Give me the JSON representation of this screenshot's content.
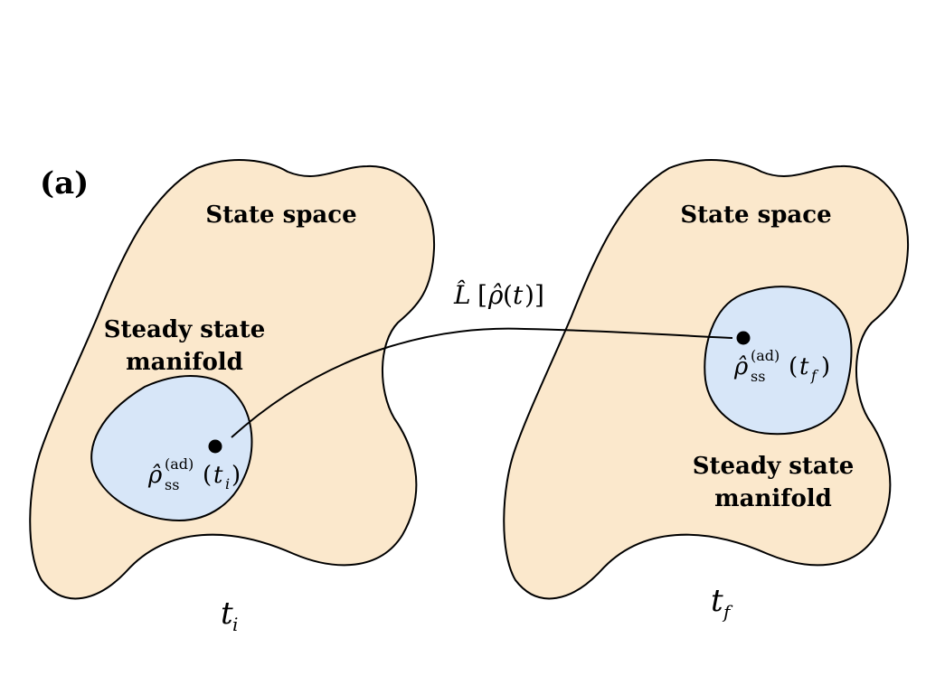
{
  "panel_label": "(a)",
  "colors": {
    "state_space_fill": "#fbe8cc",
    "manifold_fill": "#d7e6f8",
    "outline": "#000000"
  },
  "left": {
    "state_space_label": "State space",
    "manifold_label_line1": "Steady state",
    "manifold_label_line2": "manifold",
    "point_label": {
      "base": "ρ̂",
      "sub": "ss",
      "sup": "(ad)",
      "arg_open": "(",
      "arg": "t",
      "arg_sub": "i",
      "arg_close": ")"
    },
    "time_label": {
      "base": "t",
      "sub": "i"
    }
  },
  "right": {
    "state_space_label": "State space",
    "manifold_label_line1": "Steady state",
    "manifold_label_line2": "manifold",
    "point_label": {
      "base": "ρ̂",
      "sub": "ss",
      "sup": "(ad)",
      "arg_open": "(",
      "arg": "t",
      "arg_sub": "f",
      "arg_close": ")"
    },
    "time_label": {
      "base": "t",
      "sub": "f"
    }
  },
  "transition_label": {
    "operator": "L̂",
    "bracket_open": "[",
    "rho": "ρ̂",
    "arg_open": "(",
    "arg": "t",
    "arg_close": ")",
    "bracket_close": "]"
  }
}
